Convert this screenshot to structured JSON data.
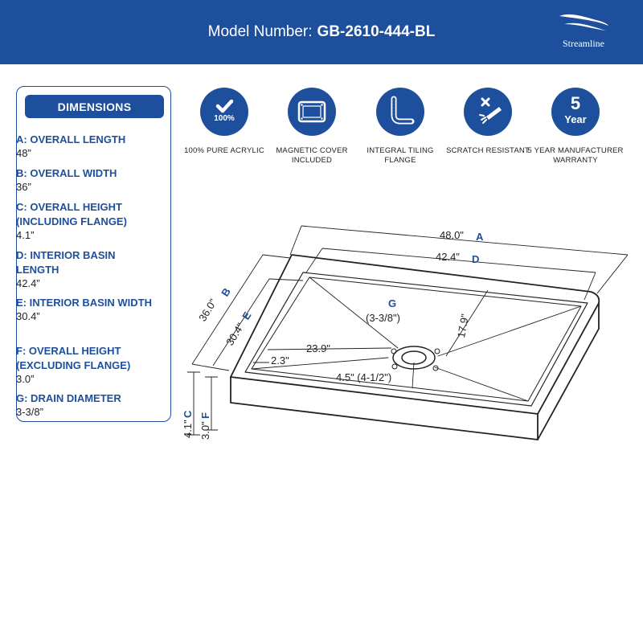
{
  "header": {
    "model_label": "Model Number:",
    "model_value": "GB-2610-444-BL",
    "brand_name": "Streamline",
    "logo_icon": "wave-logo-icon"
  },
  "colors": {
    "brand_blue": "#1d4f9c",
    "text": "#222222",
    "background": "#ffffff"
  },
  "dimensions": {
    "title": "DIMENSIONS",
    "items": [
      {
        "label": "A: OVERALL LENGTH",
        "value": "48”"
      },
      {
        "label": "B: OVERALL WIDTH",
        "value": "36”"
      },
      {
        "label": "C: OVERALL HEIGHT (INCLUDING FLANGE)",
        "value": "4.1”"
      },
      {
        "label": "D: INTERIOR BASIN LENGTH",
        "value": "42.4”"
      },
      {
        "label": "E: INTERIOR BASIN WIDTH",
        "value": "30.4”"
      },
      {
        "label": "F: OVERALL HEIGHT (EXCLUDING FLANGE)",
        "value": "3.0”"
      },
      {
        "label": "G: DRAIN DIAMETER",
        "value": "3-3/8”"
      }
    ]
  },
  "features": [
    {
      "icon": "checkmark-icon",
      "badge": "100%",
      "label": "100% PURE ACRYLIC"
    },
    {
      "icon": "magnetic-cover-icon",
      "label": "MAGNETIC COVER INCLUDED"
    },
    {
      "icon": "tiling-flange-icon",
      "label": "INTEGRAL TILING FLANGE"
    },
    {
      "icon": "scratch-resistant-icon",
      "label": "SCRATCH RESISTANT"
    },
    {
      "icon": "warranty-icon",
      "badge_number": "5",
      "badge_text": "Year",
      "label": "5 YEAR MANUFACTURER WARRANTY"
    }
  ],
  "drawing": {
    "a_value": "48.0\"",
    "a_letter": "A",
    "d_value": "42.4\"",
    "d_letter": "D",
    "b_value": "36.0\"",
    "b_letter": "B",
    "e_value": "30.4\"",
    "e_letter": "E",
    "g_letter": "G",
    "g_value": "(3-3/8\")",
    "depth_value": "17.9\"",
    "drain_x_value": "23.9\"",
    "drain_offset_value": "2.3\"",
    "drain_center_value": "4.5\" (4-1/2\")",
    "c_value": "4.1\"",
    "c_letter": "C",
    "f_value": "3.0\"",
    "f_letter": "F"
  }
}
